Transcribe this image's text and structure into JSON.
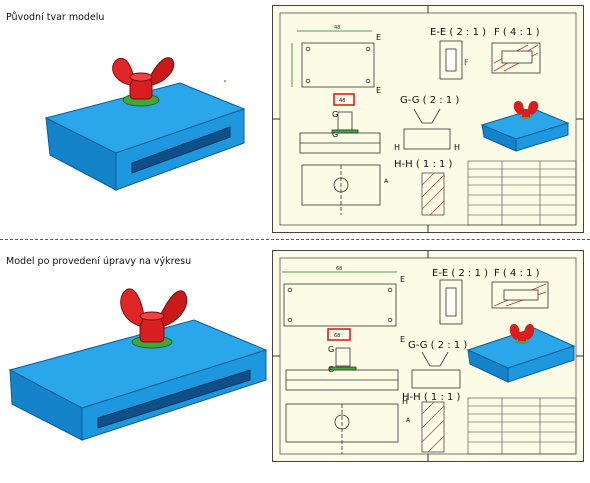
{
  "top": {
    "caption": "Původní tvar modelu",
    "drawing": {
      "section_ee": "E-E ( 2 : 1 )",
      "section_f": "F ( 4 : 1 )",
      "section_gg": "G-G ( 2 : 1 )",
      "section_hh": "H-H ( 1 : 1 )",
      "highlight_dim": "48",
      "dim_top": "48",
      "letter_e": "E",
      "letter_f": "F",
      "letter_g": "G",
      "letter_h": "H",
      "letter_a": "A"
    }
  },
  "bottom": {
    "caption": "Model po provedení úpravy na výkresu",
    "drawing": {
      "section_ee": "E-E ( 2 : 1 )",
      "section_f": "F ( 4 : 1 )",
      "section_gg": "G-G ( 2 : 1 )",
      "section_hh": "H-H ( 1 : 1 )",
      "highlight_dim": "68",
      "dim_top": "68",
      "letter_e": "E",
      "letter_f": "F",
      "letter_g": "G",
      "letter_h": "H",
      "letter_a": "A"
    }
  },
  "colors": {
    "block_blue": "#1e9be0",
    "block_blue_dark": "#0f6fb0",
    "wingnut_red": "#d81e1e",
    "washer_green": "#3fa83a",
    "sheet_bg": "#fbfbe6",
    "highlight_red": "#e01010",
    "hatch": "#c0392b"
  }
}
